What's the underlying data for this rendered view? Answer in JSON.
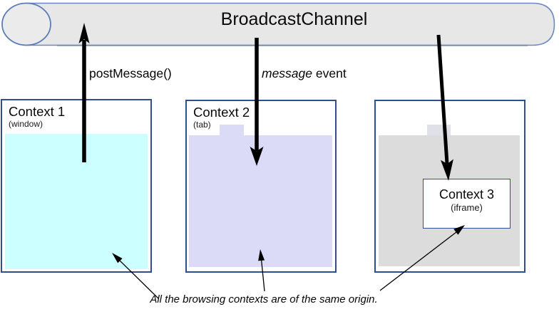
{
  "channel": {
    "title": "BroadcastChannel"
  },
  "labels": {
    "post_message": "postMessage()",
    "message_em": "message",
    "message_rest": " event"
  },
  "contexts": [
    {
      "title": "Context 1",
      "subtitle": "(window)"
    },
    {
      "title": "Context 2",
      "subtitle": "(tab)"
    },
    {
      "title": "Context 3",
      "subtitle": "(iframe)"
    }
  ],
  "annotation": "All the browsing contexts are of the same origin.",
  "colors": {
    "cylinder_fill": "#e7e7e7",
    "cylinder_stroke": "#6d89c0",
    "cylinder_bottom_edge": "#7d8fae",
    "box_border": "#2d4f90",
    "context1_fill": "#ccffff",
    "context2_fill": "#dbdbf7",
    "context3_fill": "#dcdcdc",
    "arrow_color": "#000000"
  }
}
